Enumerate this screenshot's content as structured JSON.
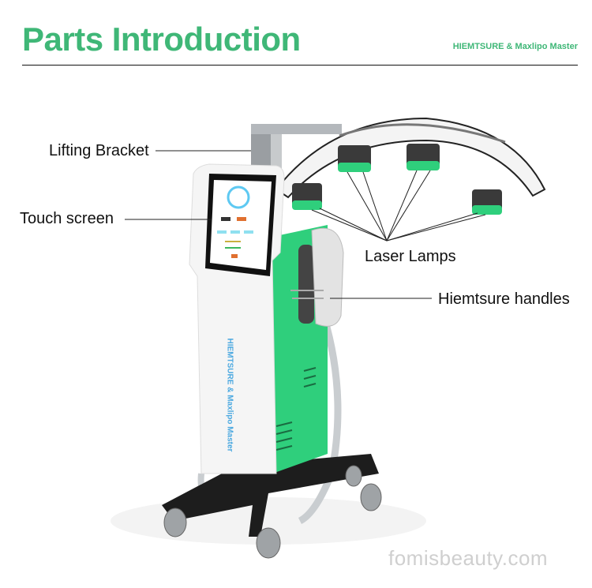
{
  "header": {
    "title": "Parts Introduction",
    "subtitle": "HIEMTSURE & Maxlipo Master"
  },
  "labels": {
    "lifting_bracket": "Lifting Bracket",
    "touch_screen": "Touch screen",
    "laser_lamps": "Laser Lamps",
    "handles": "Hiemtsure  handles"
  },
  "device_text": "HIEMTSURE & Maxlipo Master",
  "watermark": "fomisbeauty.com",
  "colors": {
    "accent": "#3fb777",
    "panel_green": "#2fcf7c"
  }
}
